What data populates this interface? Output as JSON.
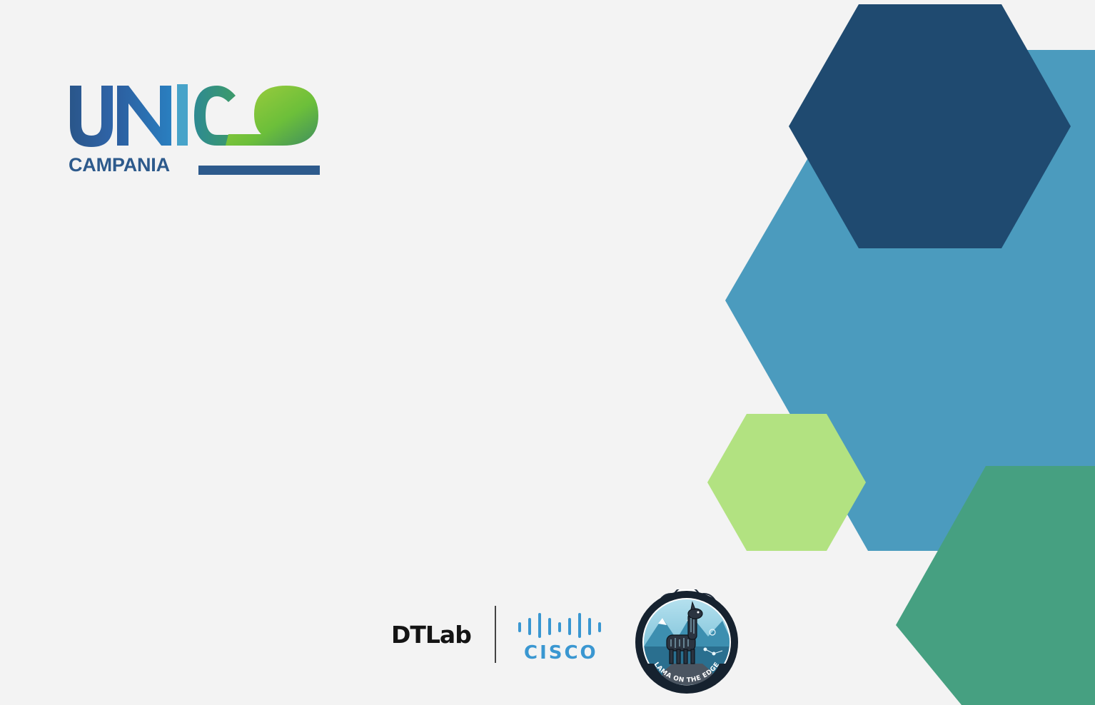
{
  "brand": {
    "name": "UNICO",
    "subtitle": "CAMPANIA"
  },
  "partners": {
    "dtlab": "DTLab",
    "cisco": "CISCO",
    "lama_badge": "LAMA ON THE EDGE"
  },
  "colors": {
    "background": "#f3f3f3",
    "navy": "#1f4a70",
    "steel_blue": "#4b9bbe",
    "lime": "#b2e281",
    "teal_green": "#46a081",
    "brand_blue": "#2d5a8c",
    "brand_green": "#6cbf3a",
    "cisco_blue": "#3a97d1"
  },
  "icons": [
    "unico-logo-mark",
    "cisco-bars-icon",
    "llama-badge-icon"
  ]
}
